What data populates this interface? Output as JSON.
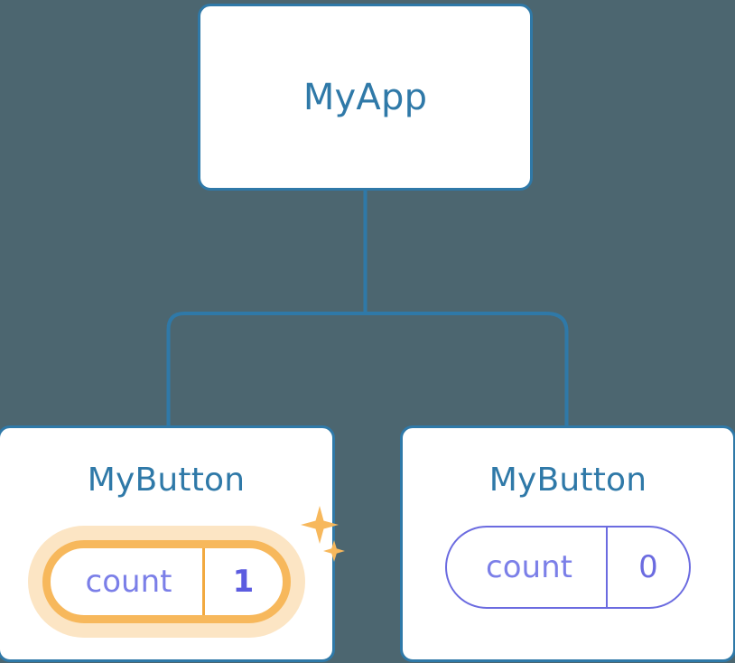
{
  "diagram": {
    "title": "component-tree",
    "background_color": "#4c6670",
    "connector_color": "#2f79a8",
    "node_border_color": "#2f79a8",
    "node_fill_color": "#ffffff",
    "node_title_color": "#2f79a8",
    "state_key_color": "#7b7fe8",
    "state_value_color": "#6b6be0",
    "highlight_color": "#f7b85c",
    "highlight_glow_color": "#fbd9a4",
    "highlight_value_color": "#5c5ce0",
    "sparkle_color": "#f7b85c"
  },
  "root": {
    "label": "MyApp"
  },
  "children": [
    {
      "label": "MyButton",
      "state": {
        "key": "count",
        "value": "1"
      },
      "highlighted": true,
      "sparkle_large": "sparkle-icon",
      "sparkle_small": "sparkle-icon"
    },
    {
      "label": "MyButton",
      "state": {
        "key": "count",
        "value": "0"
      },
      "highlighted": false
    }
  ]
}
